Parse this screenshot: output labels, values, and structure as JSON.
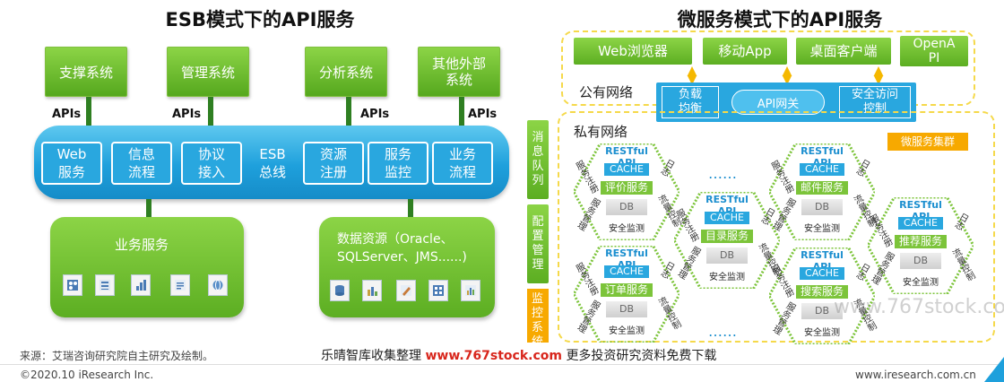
{
  "left": {
    "title": "ESB模式下的API服务",
    "systems": [
      "支撑系统",
      "管理系统",
      "分析系统",
      "其他外部系统"
    ],
    "apis_label": "APIs",
    "bus": {
      "name_line1": "ESB",
      "name_line2": "总线",
      "modules_left": [
        {
          "l1": "Web",
          "l2": "服务"
        },
        {
          "l1": "信息",
          "l2": "流程"
        },
        {
          "l1": "协议",
          "l2": "接入"
        }
      ],
      "modules_right": [
        {
          "l1": "资源",
          "l2": "注册"
        },
        {
          "l1": "服务",
          "l2": "监控"
        },
        {
          "l1": "业务",
          "l2": "流程"
        }
      ]
    },
    "business": "业务服务",
    "data_line1": "数据资源（Oracle、",
    "data_line2": "SQLServer、JMS......)"
  },
  "right": {
    "title": "微服务模式下的API服务",
    "clients": [
      "Web浏览器",
      "移动App",
      "桌面客户端",
      "OpenAPI"
    ],
    "public_net": "公有网络",
    "private_net": "私有网络",
    "gateway": {
      "lb": "负载均衡",
      "api": "API网关",
      "sec": "安全访问控制"
    },
    "cluster_tag": "微服务集群",
    "side_tabs": [
      "消息队列",
      "配置管理",
      "监控系统"
    ],
    "node": {
      "rest": "RESTful API",
      "cache": "CACHE",
      "db": "DB",
      "log": "日志",
      "monitor": "安全监测",
      "register": "服务注册",
      "manage": "服务管理",
      "flow": "流量控制"
    },
    "services": [
      "评价服务",
      "目录服务",
      "订单服务",
      "邮件服务",
      "搜索服务",
      "推荐服务"
    ],
    "dots": "……"
  },
  "footer": {
    "source": "来源：艾瑞咨询研究院自主研究及绘制。",
    "promo_pre": "乐晴智库收集整理",
    "promo_url": "www.767stock.com",
    "promo_post": "更多投资研究资料免费下载",
    "copyright": "©2020.10 iResearch Inc.",
    "site": "www.iresearch.com.cn",
    "watermark": "www.767stock.co"
  },
  "colors": {
    "green": "#6cbf2e",
    "blue": "#29a7df",
    "yellow": "#f5d94a",
    "orange": "#f7a900"
  }
}
